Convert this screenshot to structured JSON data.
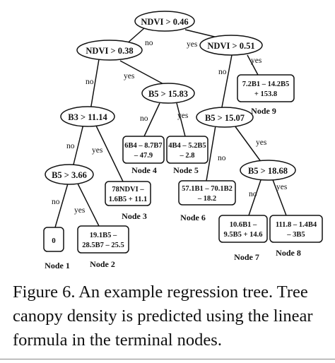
{
  "splits": {
    "root": "NDVI > 0.46",
    "ndvi038": "NDVI > 0.38",
    "ndvi051": "NDVI > 0.51",
    "b5_1583": "B5 > 15.83",
    "b3_1114": "B3 > 11.14",
    "b5_1507": "B5 > 15.07",
    "b5_366": "B5 > 3.66",
    "b5_1868": "B5 > 18.68"
  },
  "leaves": {
    "node9": [
      "7.2B1 – 14.2B5",
      "+ 153.8"
    ],
    "node4": [
      "6B4 – 8.7B7",
      "– 47.9"
    ],
    "node5": [
      "4B4 – 5.2B5",
      "– 2.8"
    ],
    "node6": [
      "57.1B1 – 70.1B2",
      "– 18.2"
    ],
    "node3": [
      "78NDVI –",
      "1.6B5 + 11.1"
    ],
    "node1": [
      "0"
    ],
    "node2": [
      "19.1B5 –",
      "28.5B7 – 25.5"
    ],
    "node7": [
      "10.6B1 –",
      "9.5B5 + 14.6"
    ],
    "node8": [
      "111.8 – 1.4B4",
      "– 3B5"
    ]
  },
  "node_names": {
    "node1": "Node 1",
    "node2": "Node 2",
    "node3": "Node 3",
    "node4": "Node 4",
    "node5": "Node 5",
    "node6": "Node 6",
    "node7": "Node 7",
    "node8": "Node 8",
    "node9": "Node 9"
  },
  "branch_labels": {
    "no": "no",
    "yes": "yes"
  },
  "caption": {
    "line1": "Figure 6. An example regression tree. Tree",
    "line2": "canopy density is predicted using the linear",
    "line3": "formula in the terminal nodes."
  }
}
